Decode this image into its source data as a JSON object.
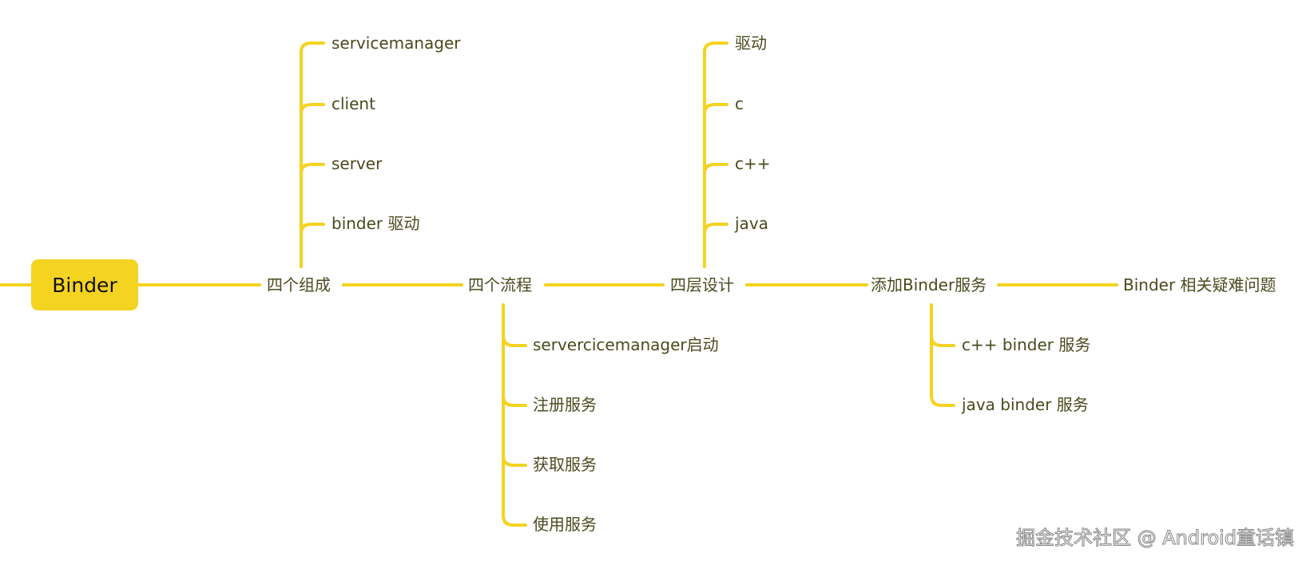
{
  "root": {
    "label": "Binder"
  },
  "branches": [
    {
      "label": "四个组成",
      "children": [
        "servicemanager",
        "client",
        "server",
        "binder 驱动"
      ]
    },
    {
      "label": "四个流程",
      "children": [
        "servercicemanager启动",
        "注册服务",
        "获取服务",
        "使用服务"
      ]
    },
    {
      "label": "四层设计",
      "children": [
        "驱动",
        "c",
        "c++",
        "java"
      ]
    },
    {
      "label": "添加Binder服务",
      "children": [
        "c++ binder 服务",
        "java binder 服务"
      ]
    },
    {
      "label": "Binder 相关疑难问题",
      "children": []
    }
  ],
  "watermark": "掘金技术社区 @ Android童话镇",
  "colors": {
    "line": "#f4d321",
    "root_fill": "#f4d321",
    "text": "#4a4a1f"
  }
}
